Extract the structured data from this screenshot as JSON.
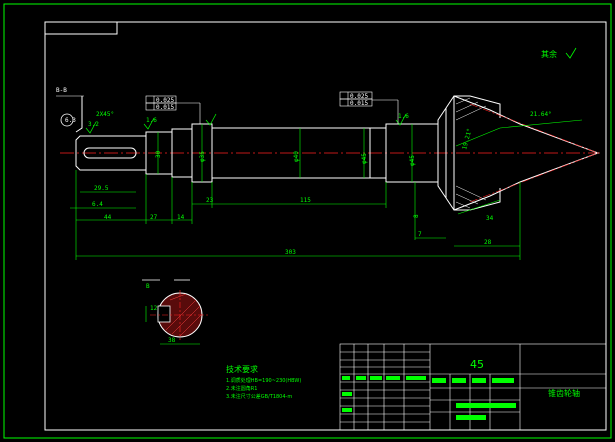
{
  "roughness_note": "其余",
  "section_label": "B",
  "top_left_label": "B-B",
  "rough_left": "3.2",
  "rough_mid": "1.6",
  "rough_right": "1.6",
  "rough_small": "6.3",
  "fcf_left": [
    "0.025",
    "0.015"
  ],
  "fcf_right": [
    "0.025",
    "0.015"
  ],
  "dims": {
    "d_left_chamfer": "2X45°",
    "d_30": "30",
    "d_phi35": "φ35",
    "d_phi40": "φ40",
    "d_phi45a": "φ45",
    "d_phi45b": "φ45",
    "len_44": "44",
    "len_27": "27",
    "len_14": "14",
    "len_23": "23",
    "len_115": "115",
    "len_303": "303",
    "len_7": "7",
    "len_28": "28",
    "len_34": "34",
    "len_8": "8",
    "d_29_5": "29.5",
    "d_6_4": "6.4",
    "angle_a": "21.64°",
    "angle_b": "19.21°",
    "key_width": "12",
    "key_depth": "38"
  },
  "requirements": {
    "title": "技术要求",
    "lines": [
      "1.调质处理HB=190~230(HBW)",
      "2.未注圆角R1",
      "3.未注尺寸公差GB/T1804-m"
    ]
  },
  "title_block": {
    "scale_number": "45",
    "part_name": "锥齿轮轴"
  }
}
